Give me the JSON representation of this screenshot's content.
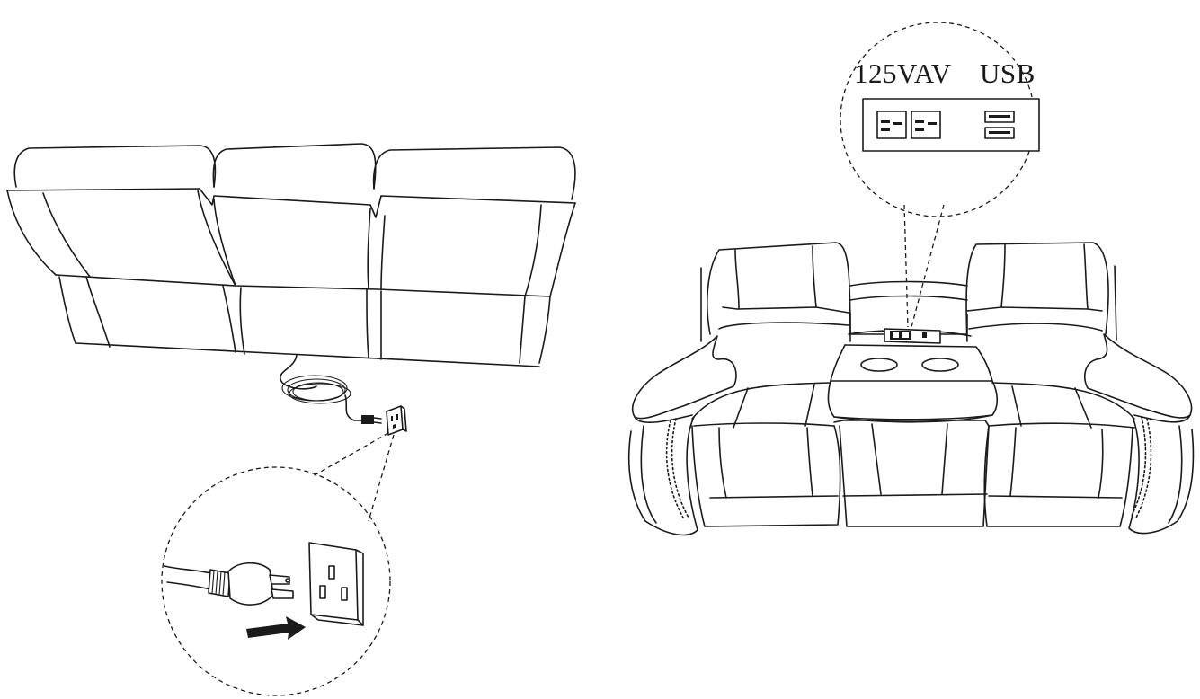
{
  "callout": {
    "voltage_label": "125VAV",
    "usb_label": "USB"
  },
  "icons": [
    "sofa-back-view",
    "power-cord",
    "wall-outlet",
    "plug",
    "insert-arrow",
    "sofa-front-view",
    "power-outlet-panel",
    "usb-port"
  ],
  "colors": {
    "line": "#1a1a1a",
    "background": "#ffffff"
  }
}
